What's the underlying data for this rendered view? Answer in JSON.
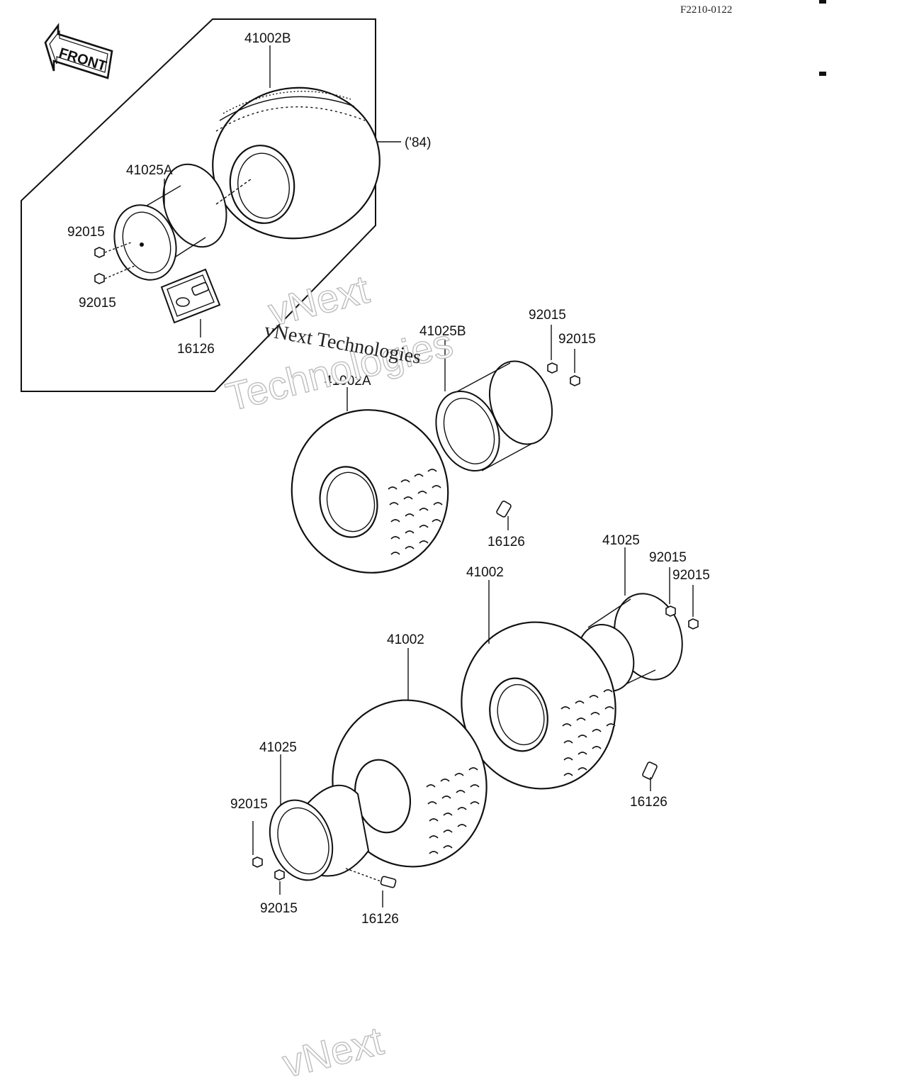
{
  "document": {
    "code": "F2210-0122",
    "front_label": "FRONT",
    "variant_label": "('84)",
    "watermarks": [
      "vNext",
      "Technologies",
      "vNext Technologies",
      "vNext"
    ]
  },
  "labels": {
    "top_tire": "41002B",
    "top_rim": "41025A",
    "top_nut_1": "92015",
    "top_nut_2": "92015",
    "top_valve": "16126",
    "mid_tire": "41002A",
    "mid_rim": "41025B",
    "mid_nut_1": "92015",
    "mid_nut_2": "92015",
    "mid_valve": "16126",
    "rr_rim": "41025",
    "rr_nut_1": "92015",
    "rr_nut_2": "92015",
    "rr_tire": "41002",
    "rr_valve": "16126",
    "rl_tire": "41002",
    "rl_rim": "41025",
    "rl_nut_1": "92015",
    "rl_nut_2": "92015",
    "rl_valve": "16126"
  }
}
